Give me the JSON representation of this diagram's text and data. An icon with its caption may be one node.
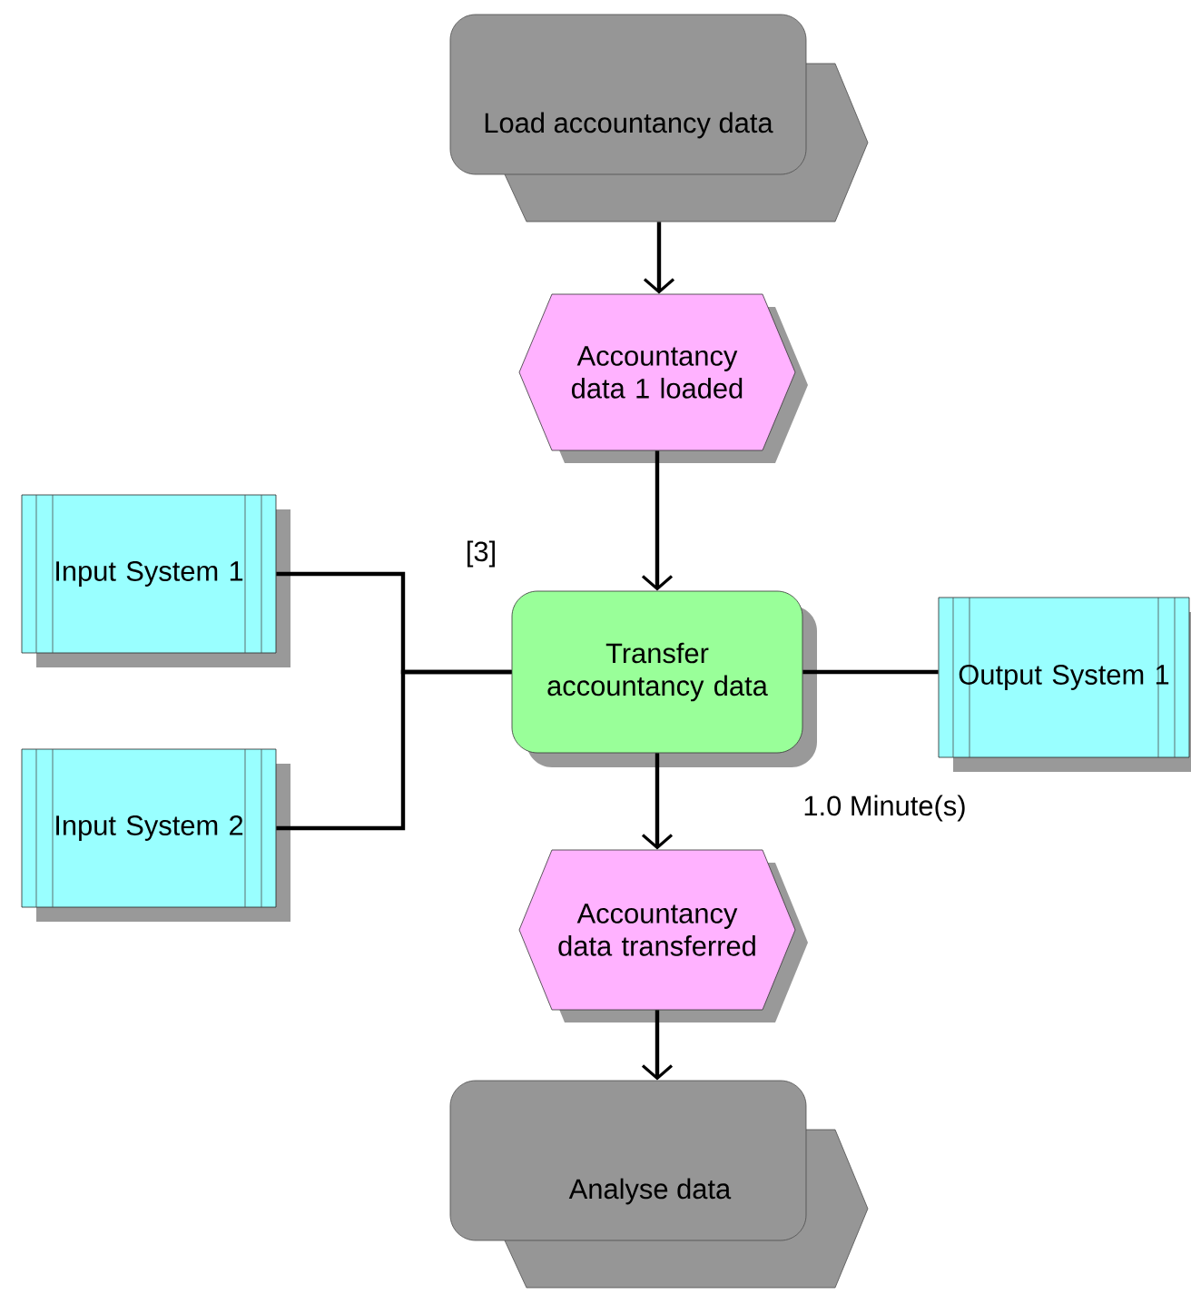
{
  "diagram": {
    "nodes": [
      {
        "text": [
          "Load accountancy data"
        ]
      },
      {
        "text": [
          "Accountancy data 1 loaded"
        ]
      },
      {
        "text": [
          "Input System 1"
        ]
      },
      {
        "text": [
          "Input System 2"
        ]
      },
      {
        "text": [
          "Transfer accountancy data"
        ],
        "beside": [
          "1.0 Minute(s)"
        ]
      },
      {
        "text": [
          "Output System 1"
        ]
      },
      {
        "text": [
          "Accountancy data transferred"
        ]
      },
      {
        "text": [
          "Analyse data"
        ]
      }
    ],
    "edges": [
      {
        "from": 0,
        "to": 1,
        "arrow": "to"
      },
      {
        "from": 1,
        "to": 4,
        "arrow": "to"
      },
      {
        "from": 2,
        "to": 4,
        "arrow": "none"
      },
      {
        "from": 3,
        "to": 4,
        "arrow": "none"
      },
      {
        "from": 4,
        "to": 5,
        "arrow": "none"
      },
      {
        "from": 4,
        "to": 6,
        "arrow": "to"
      },
      {
        "from": 6,
        "to": 7,
        "arrow": "to"
      }
    ],
    "labels": [
      "[3]"
    ]
  }
}
